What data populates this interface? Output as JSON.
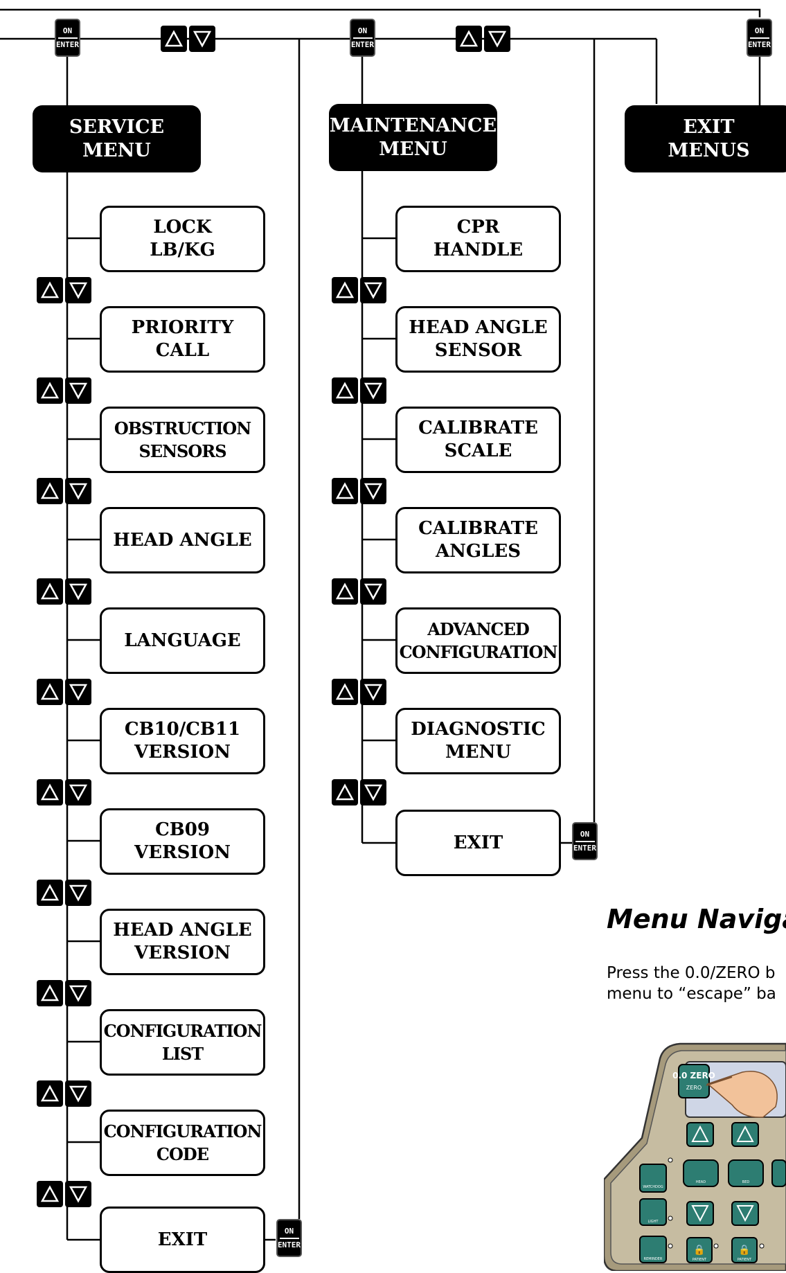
{
  "keys": {
    "enter_top": "ON",
    "enter_bottom": "ENTER"
  },
  "headers": {
    "service": "SERVICE\nMENU",
    "maintenance": "MAINTENANCE\nMENU",
    "exit_menus": "EXIT\nMENUS"
  },
  "service_menu": {
    "items": [
      "LOCK\nLB/KG",
      "PRIORITY\nCALL",
      "OBSTRUCTION\nSENSORS",
      "HEAD ANGLE",
      "LANGUAGE",
      "CB10/CB11\nVERSION",
      "CB09\nVERSION",
      "HEAD ANGLE\nVERSION",
      "CONFIGURATION\nLIST",
      "CONFIGURATION\nCODE",
      "EXIT"
    ]
  },
  "maintenance_menu": {
    "items": [
      "CPR\nHANDLE",
      "HEAD ANGLE\nSENSOR",
      "CALIBRATE\nSCALE",
      "CALIBRATE\nANGLES",
      "ADVANCED\nCONFIGURATION",
      "DIAGNOSTIC\nMENU",
      "EXIT"
    ]
  },
  "navigation": {
    "title": "Menu Naviga",
    "line1": "Press the 0.0/ZERO b",
    "line2": "menu to “escape” ba"
  },
  "panel": {
    "zero_key": "0.0\nZERO",
    "labels": [
      "WATCHDOG",
      "LIGHT",
      "REMINDER",
      "HEAD",
      "BED",
      "PATIENT",
      "PATIENT"
    ]
  },
  "colors": {
    "panel_body": "#a69a7c",
    "panel_inner": "#c6bca1",
    "panel_key": "#2d7d72",
    "screen": "#cfd6e6"
  }
}
